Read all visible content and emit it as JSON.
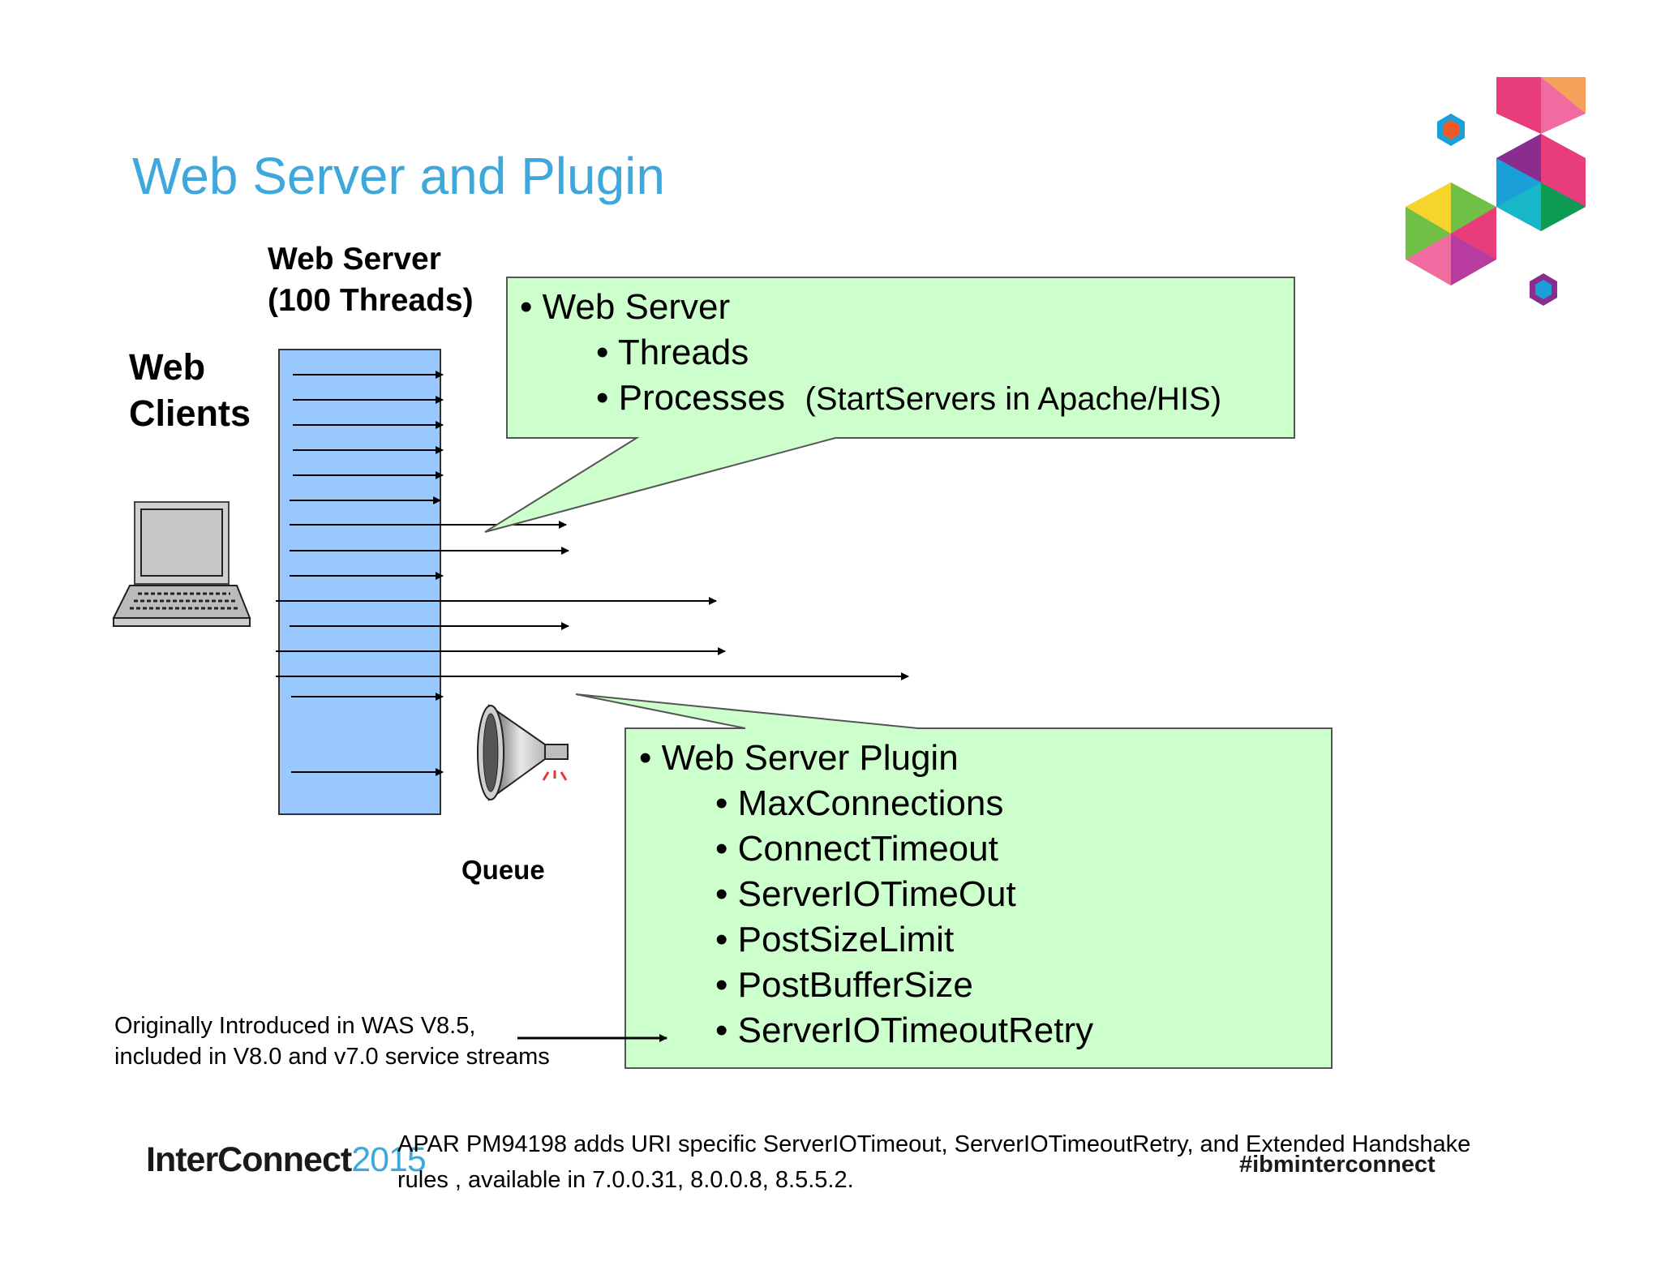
{
  "slide": {
    "title": "Web Server and Plugin",
    "web_server_label_line1": "Web Server",
    "web_server_label_line2": "(100 Threads)",
    "web_clients_line1": "Web",
    "web_clients_line2": "Clients",
    "queue_label": "Queue"
  },
  "callout_top": {
    "heading": "Web Server",
    "items": [
      "Threads",
      "Processes"
    ],
    "processes_note": "(StartServers in Apache/HIS)"
  },
  "callout_bottom": {
    "heading": "Web Server Plugin",
    "items": [
      "MaxConnections",
      "ConnectTimeout",
      "ServerIOTimeOut",
      "PostSizeLimit",
      "PostBufferSize",
      "ServerIOTimeoutRetry"
    ]
  },
  "note": {
    "line1": "Originally Introduced in WAS V8.5,",
    "line2": "included in V8.0 and v7.0 service streams"
  },
  "apar": {
    "line1": "APAR PM94198 adds URI specific ServerIOTimeout, ServerIOTimeoutRetry, and Extended Handshake",
    "line2": "rules , available in 7.0.0.31, 8.0.0.8, 8.5.5.2."
  },
  "footer": {
    "brand": "InterConnect",
    "year": "2015",
    "hashtag": "#ibminterconnect"
  },
  "colors": {
    "title": "#3ea8dd",
    "server_box": "#99c8ff",
    "callout_fill": "#ccffcc",
    "text": "#000000"
  }
}
